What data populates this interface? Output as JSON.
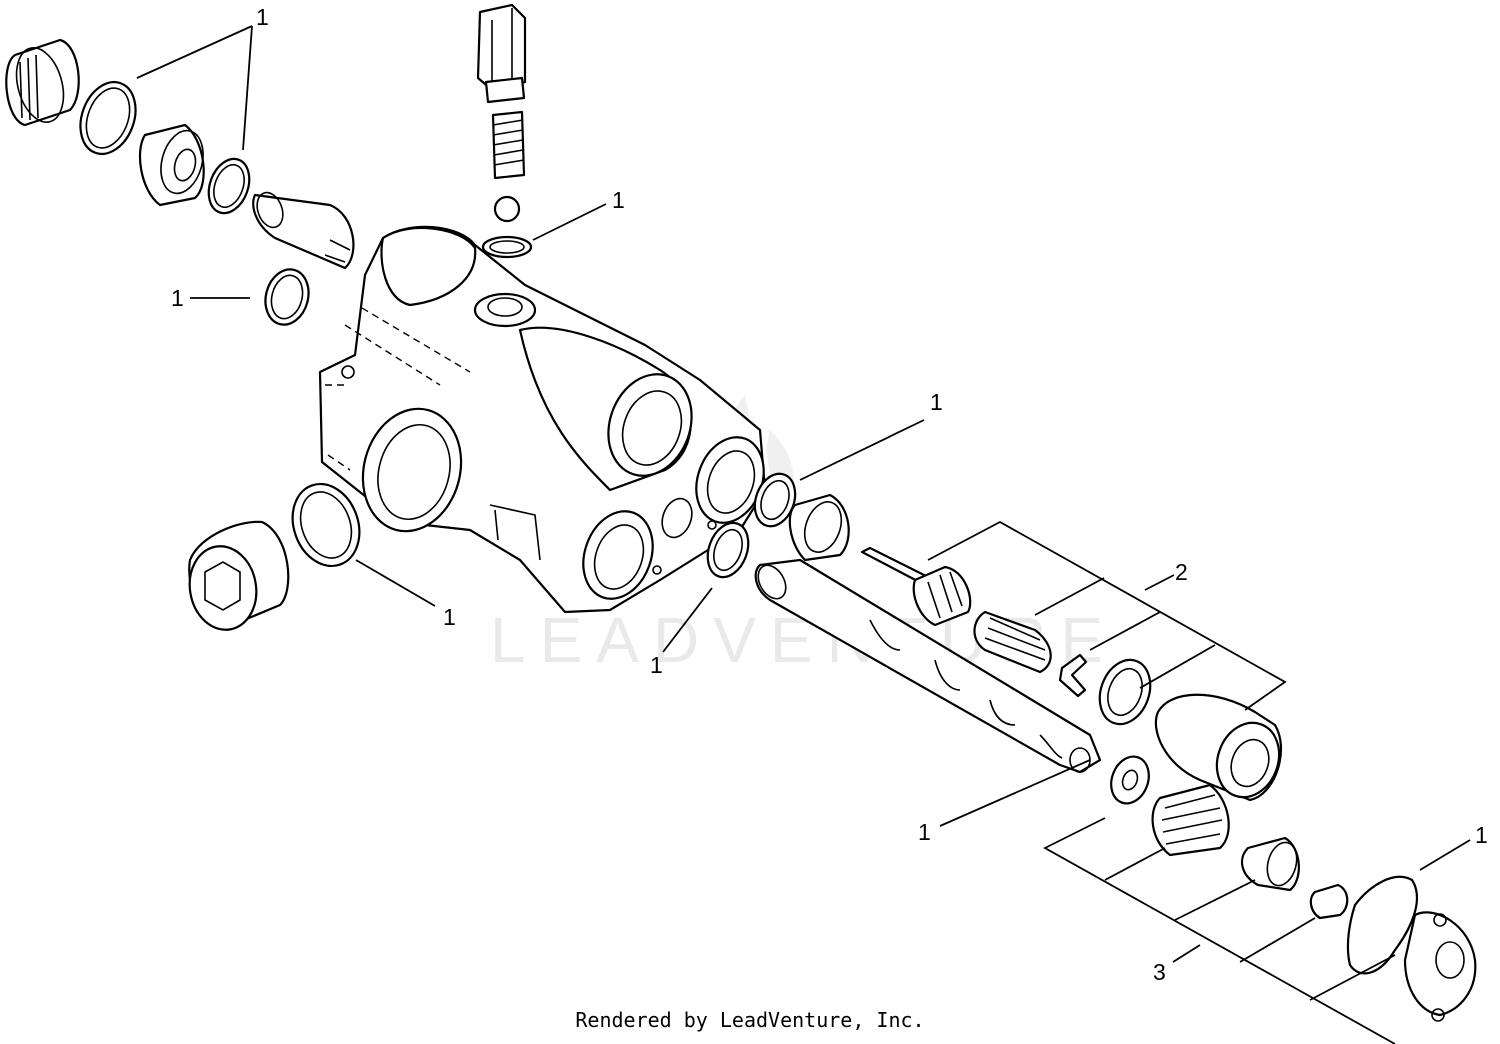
{
  "watermark": "LEADVENTURE",
  "credit": "Rendered by LeadVenture, Inc.",
  "callouts": {
    "c1": "1",
    "c2": "1",
    "c3": "1",
    "c4": "1",
    "c5": "1",
    "c6": "1",
    "c7": "1",
    "c8": "1",
    "c9": "1",
    "kit_2": "2",
    "kit_3": "3"
  }
}
